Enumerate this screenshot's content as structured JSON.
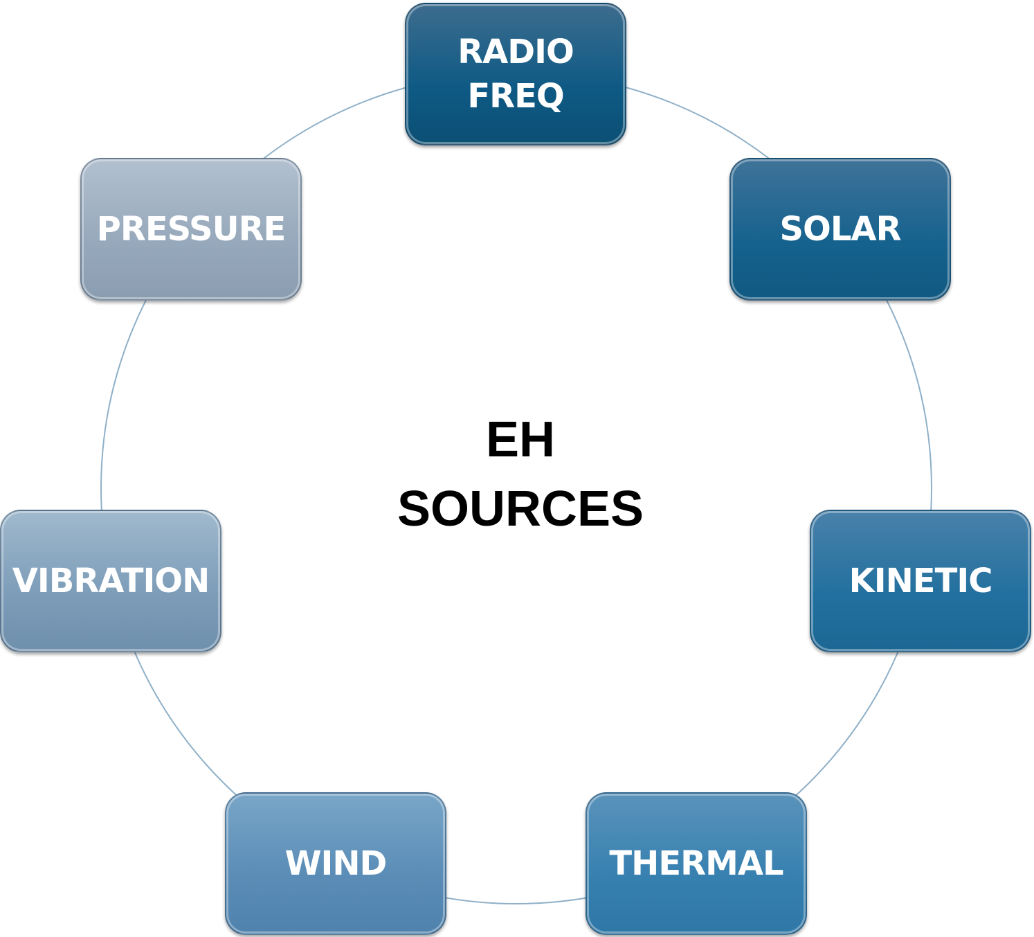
{
  "center": {
    "line1": "EH",
    "line2": "SOURCES"
  },
  "nodes": {
    "radio_freq": {
      "line1": "RADIO",
      "line2": "FREQ"
    },
    "solar": "SOLAR",
    "kinetic": "KINETIC",
    "thermal": "THERMAL",
    "wind": "WIND",
    "vibration": "VIBRATION",
    "pressure": "PRESSURE"
  },
  "colors": {
    "ring": "#8fb0c8",
    "radio_freq": "#0e5a85",
    "solar": "#15628e",
    "kinetic": "#22709f",
    "thermal": "#3680b0",
    "wind": "#5a8cb6",
    "vibration": "#7c9cb8",
    "pressure": "#96a8bb",
    "text": "#ffffff",
    "center_text": "#000000"
  }
}
